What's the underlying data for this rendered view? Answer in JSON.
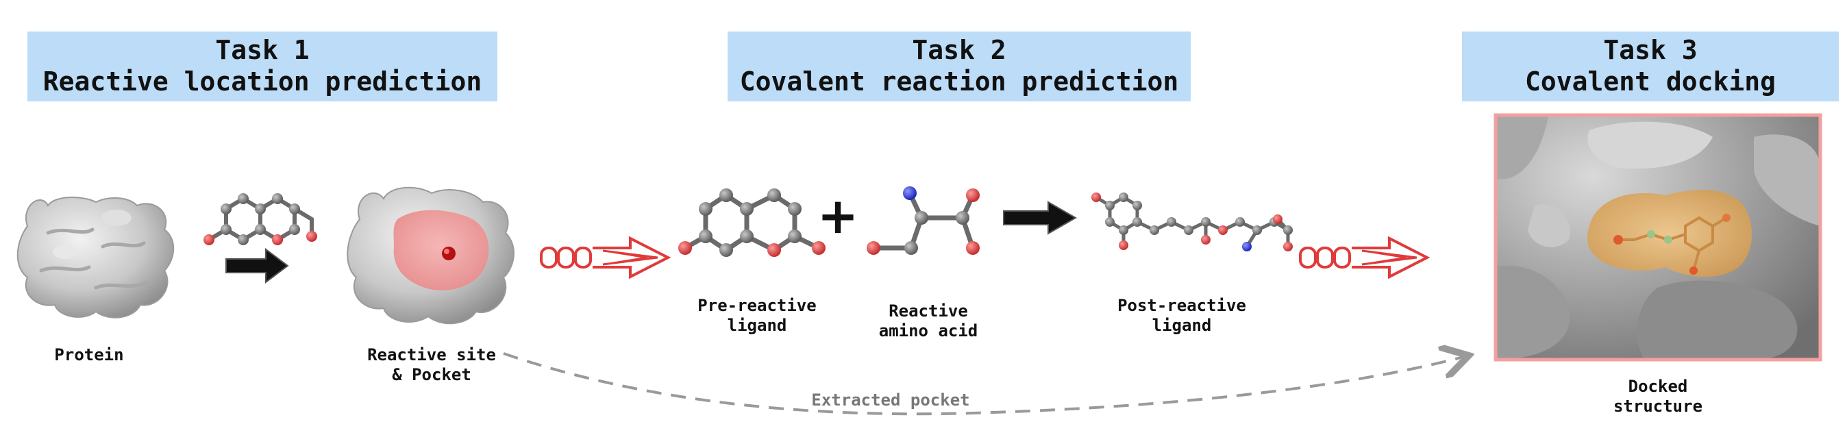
{
  "tasks": [
    {
      "title": "Task 1",
      "subtitle": "Reactive location prediction"
    },
    {
      "title": "Task 2",
      "subtitle": "Covalent reaction prediction"
    },
    {
      "title": "Task 3",
      "subtitle": "Covalent docking"
    }
  ],
  "labels": {
    "protein": "Protein",
    "reactive_site": [
      "Reactive site",
      "& Pocket"
    ],
    "pre_reactive": [
      "Pre-reactive",
      "ligand"
    ],
    "plus": "+",
    "amino_acid": [
      "Reactive",
      "amino acid"
    ],
    "post_reactive": [
      "Post-reactive",
      "ligand"
    ],
    "docked": [
      "Docked",
      "structure"
    ],
    "extracted_pocket": "Extracted pocket"
  },
  "colors": {
    "task_bg": "#bcdcf7",
    "flow_arrow": "#e03a3a",
    "pocket": "#f29a9a",
    "dashed": "#9a9a9a",
    "atom_carbon": "#7c7c7c",
    "atom_oxygen": "#e05050",
    "atom_nitrogen": "#2f3fd6",
    "docked_frame": "#f2a0a0",
    "ligand_shell": "#e8b06a"
  },
  "icons": [
    "protein-surface-icon",
    "molecule-icon",
    "reaction-arrow-icon",
    "flow-arrow-icon",
    "dashed-curve-arrow-icon"
  ]
}
